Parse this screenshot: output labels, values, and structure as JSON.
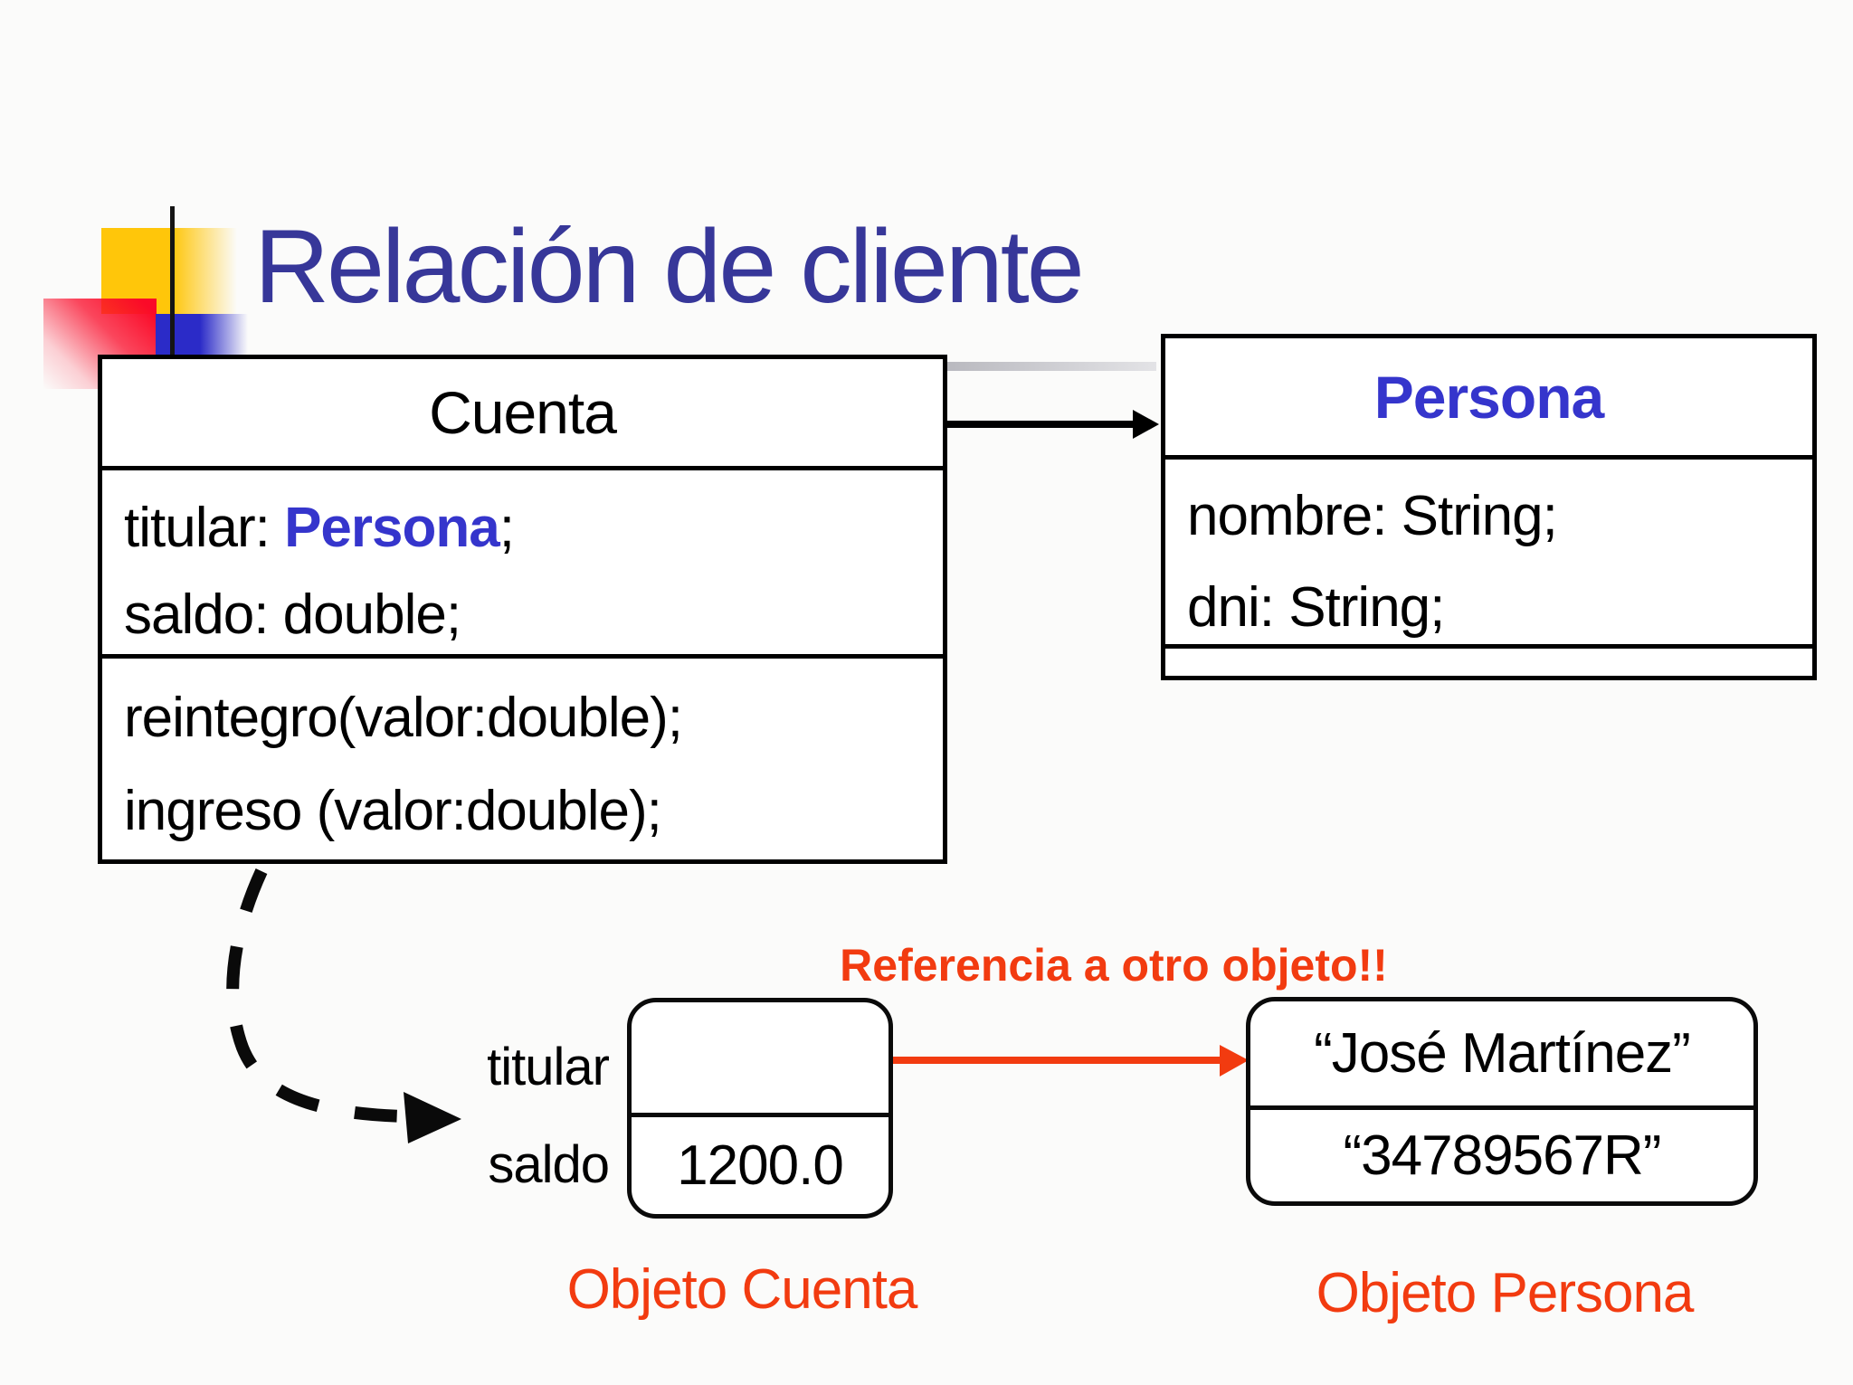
{
  "slide": {
    "title": "Relación de cliente"
  },
  "class_diagram": {
    "cuenta": {
      "title": "Cuenta",
      "attr_titular_prefix": "titular: ",
      "attr_titular_type": "Persona",
      "attr_titular_suffix": ";",
      "attr_saldo": "saldo: double;",
      "methods": [
        "reintegro(valor:double);",
        "ingreso (valor:double);"
      ]
    },
    "persona": {
      "title": "Persona",
      "attributes": [
        "nombre: String;",
        "dni: String;"
      ]
    }
  },
  "object_diagram": {
    "annotation": "Referencia a otro objeto!!",
    "field_labels": [
      "titular",
      "saldo"
    ],
    "cuenta_object": {
      "saldo_value": "1200.0",
      "caption": "Objeto Cuenta"
    },
    "persona_object": {
      "nombre_value": "“José Martínez”",
      "dni_value": "“34789567R”",
      "caption": "Objeto Persona"
    }
  },
  "colors": {
    "title_blue": "#373799",
    "class_name_blue": "#3535CC",
    "accent_red": "#F23B10",
    "accent_yellow": "#FFC60A",
    "accent_square_red": "#FA0A28",
    "accent_square_blue": "#2B2BC8",
    "connector_gray": "#C9C9CE"
  }
}
